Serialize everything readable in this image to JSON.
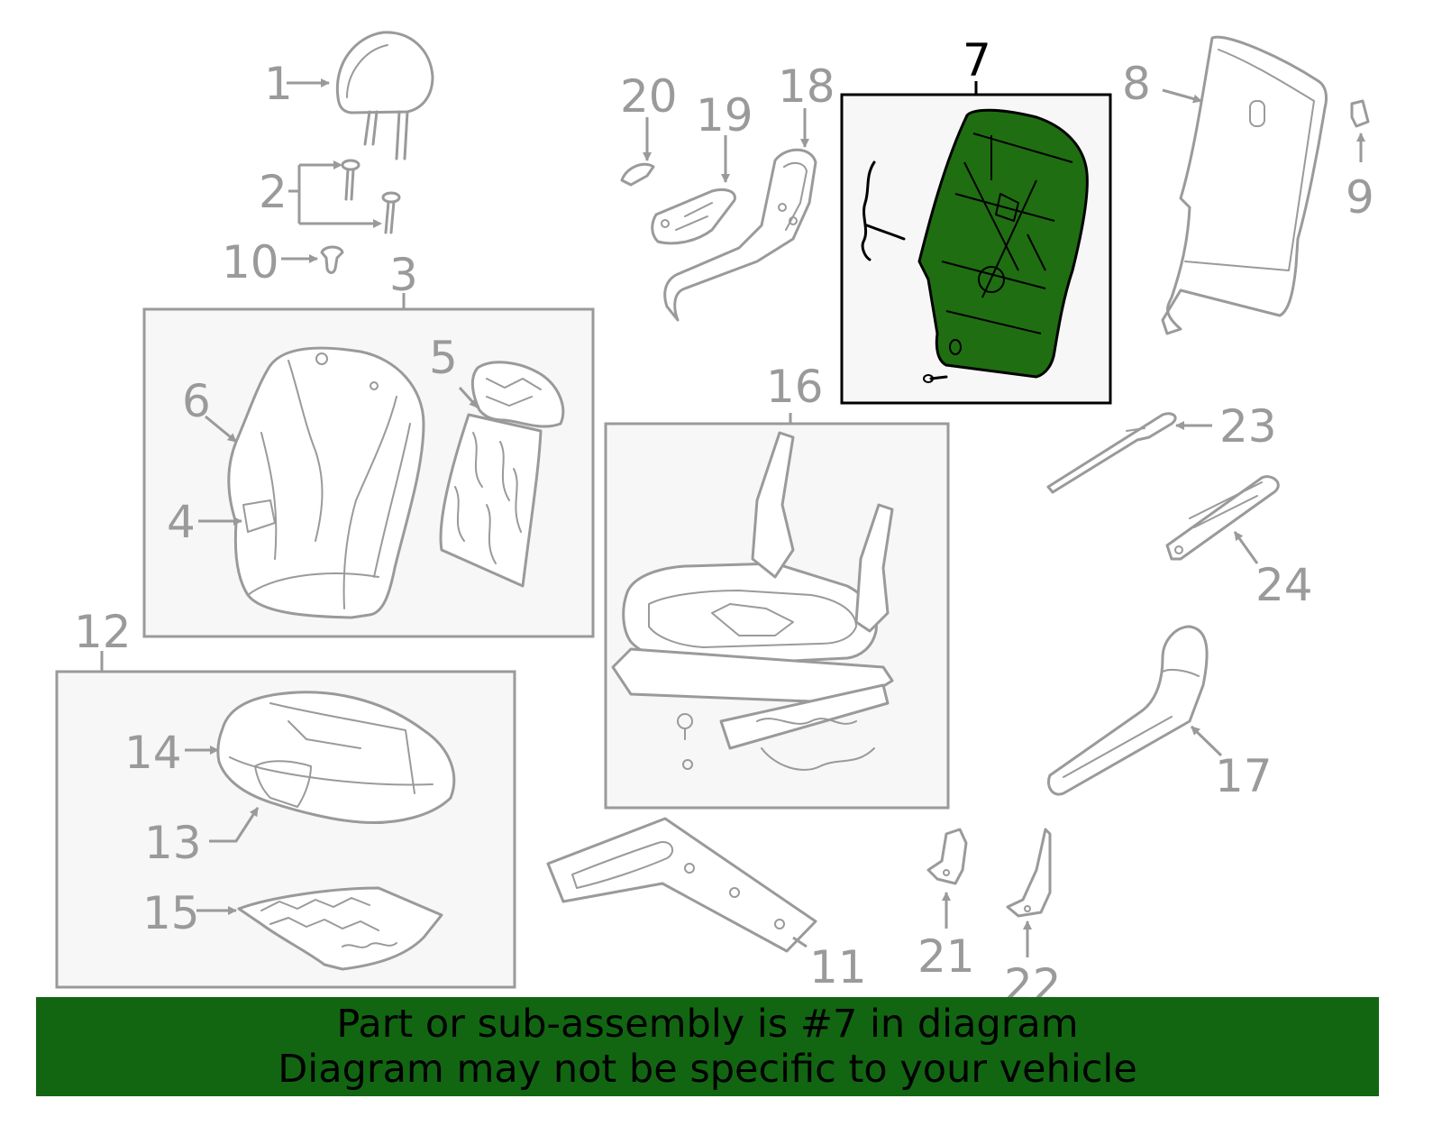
{
  "diagram": {
    "highlighted_part": "7",
    "highlight_color": "#1f6e12",
    "banner_color": "#126612",
    "callouts": {
      "c1": "1",
      "c2": "2",
      "c3": "3",
      "c4": "4",
      "c5": "5",
      "c6": "6",
      "c7": "7",
      "c8": "8",
      "c9": "9",
      "c10": "10",
      "c11": "11",
      "c12": "12",
      "c13": "13",
      "c14": "14",
      "c15": "15",
      "c16": "16",
      "c17": "17",
      "c18": "18",
      "c19": "19",
      "c20": "20",
      "c21": "21",
      "c22": "22",
      "c23": "23",
      "c24": "24"
    }
  },
  "banner": {
    "line1": "Part or sub-assembly is #7 in diagram",
    "line2": "Diagram may not be specific to your vehicle"
  }
}
